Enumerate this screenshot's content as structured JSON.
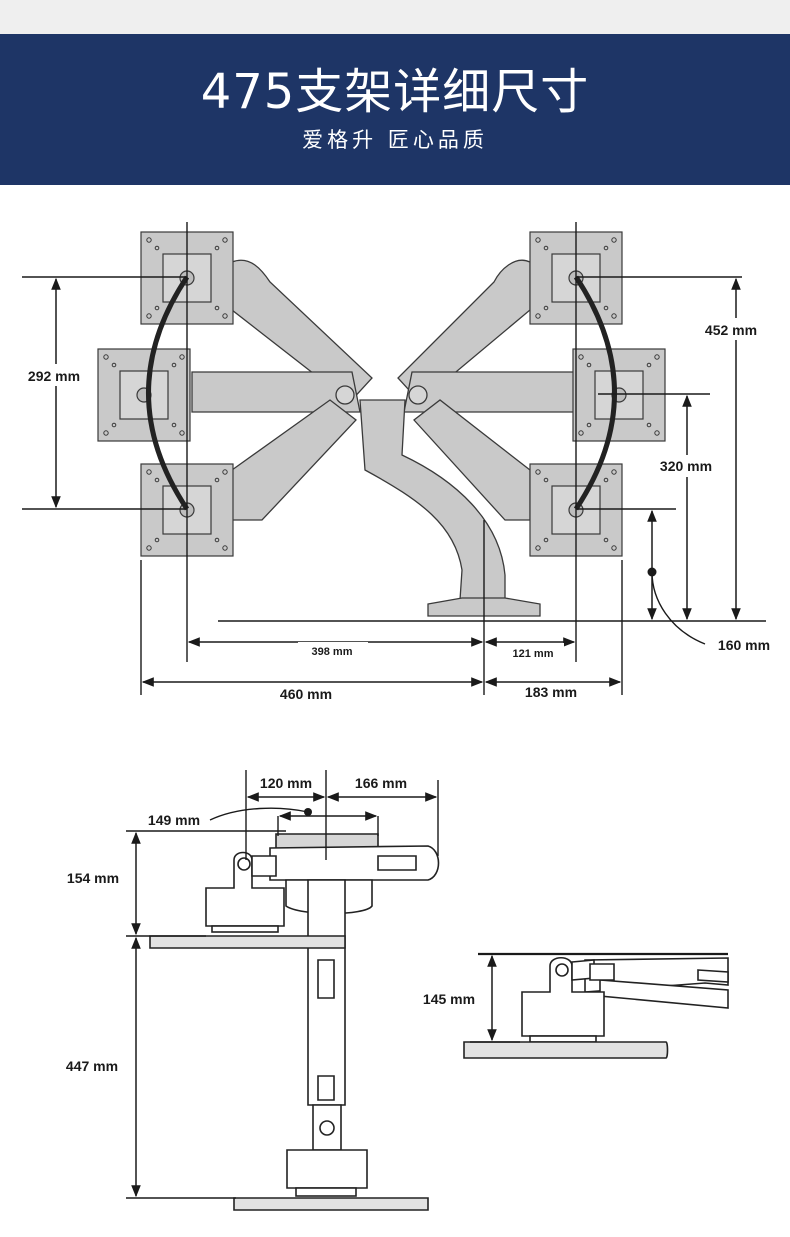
{
  "header": {
    "title": "475支架详细尺寸",
    "subtitle": "爱格升 匠心品质"
  },
  "colors": {
    "banner": "#1e3566",
    "arm_gray": "#c9c9c9",
    "line": "#1a1a1a"
  },
  "front_view": {
    "height_292": "292 mm",
    "height_452": "452 mm",
    "height_320": "320 mm",
    "height_160": "160 mm",
    "reach_398": "398 mm",
    "reach_121": "121 mm",
    "reach_460": "460 mm",
    "reach_183": "183 mm"
  },
  "side_view": {
    "dim_120": "120 mm",
    "dim_166": "166 mm",
    "dim_149": "149 mm",
    "dim_154": "154 mm",
    "dim_447": "447 mm"
  },
  "detail_view": {
    "dim_145": "145 mm"
  }
}
